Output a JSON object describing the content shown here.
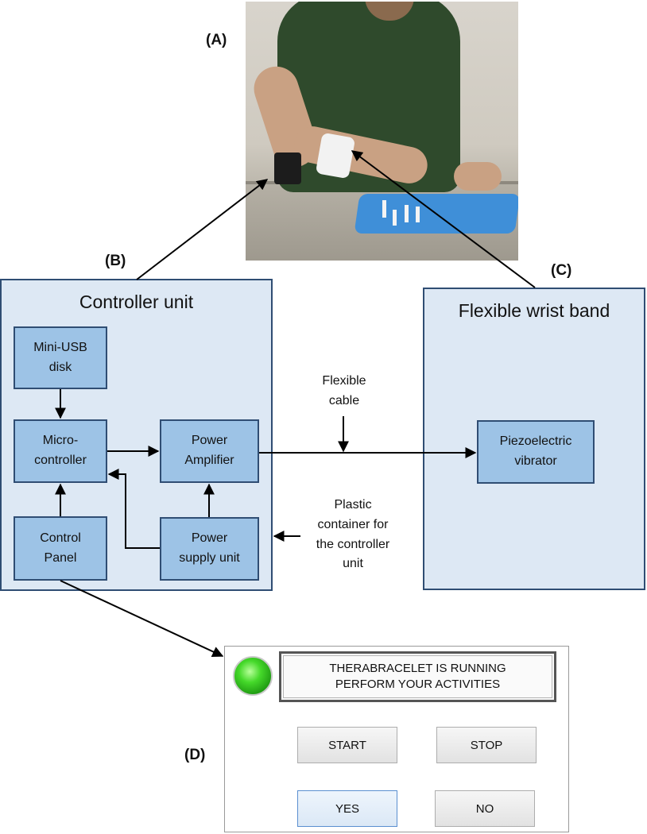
{
  "labels": {
    "a": "(A)",
    "b": "(B)",
    "c": "(C)",
    "d": "(D)"
  },
  "controller_unit": {
    "title": "Controller unit",
    "blocks": {
      "mini_usb": "Mini-USB\ndisk",
      "microcontroller": "Micro-\ncontroller",
      "power_amplifier": "Power\nAmplifier",
      "control_panel": "Control\nPanel",
      "power_supply": "Power\nsupply unit"
    }
  },
  "wrist_band": {
    "title": "Flexible wrist band",
    "piezo": "Piezoelectric\nvibrator"
  },
  "notes": {
    "flexible_cable": "Flexible\ncable",
    "plastic_container": "Plastic\ncontainer for\nthe controller\nunit"
  },
  "control_panel_ui": {
    "status_line1": "THERABRACELET IS RUNNING",
    "status_line2": "PERFORM YOUR ACTIVITIES",
    "led_color": "#3fd62a",
    "buttons": {
      "start": "START",
      "stop": "STOP",
      "yes": "YES",
      "no": "NO"
    }
  },
  "colors": {
    "block_fill": "#9dc3e6",
    "container_fill": "#dde8f4",
    "border": "#2f4d73"
  }
}
